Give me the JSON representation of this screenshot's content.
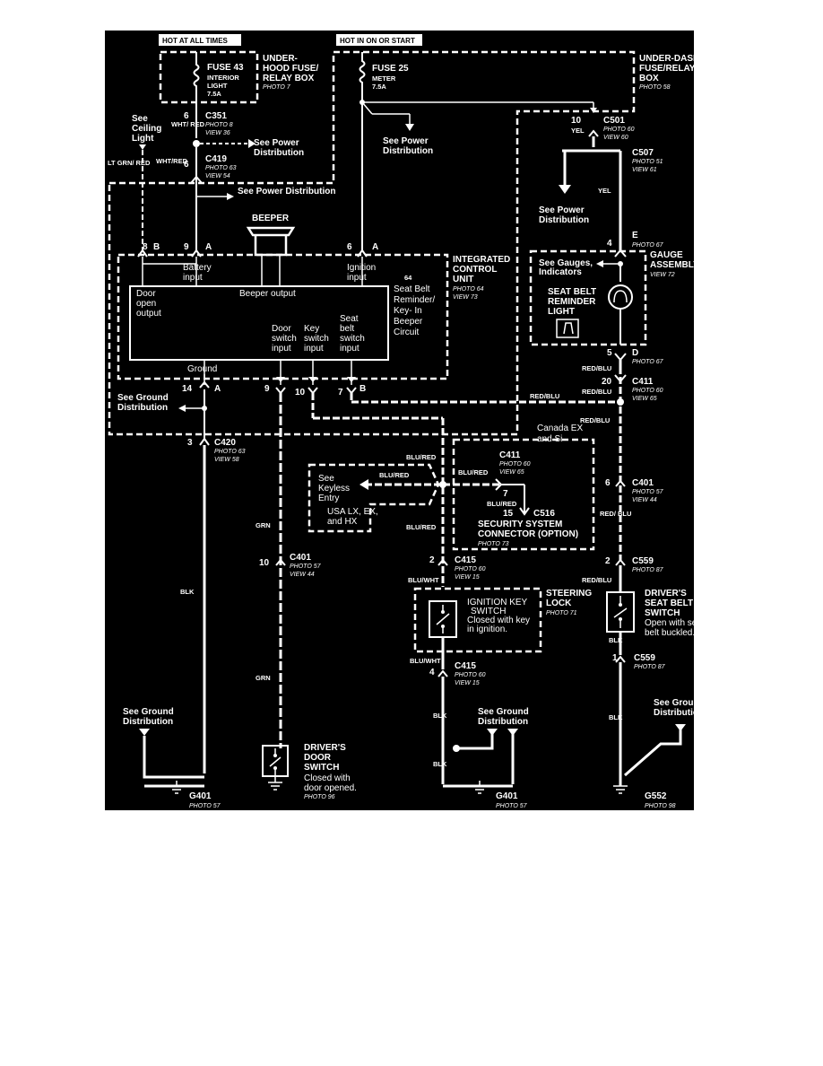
{
  "headers": {
    "hot_always": "HOT AT ALL TIMES",
    "hot_on_start": "HOT IN ON OR START"
  },
  "underhood_box": {
    "title": [
      "UNDER-",
      "HOOD FUSE/",
      "RELAY BOX"
    ],
    "photo": "PHOTO 7",
    "fuse": "FUSE 43",
    "fuse_desc": [
      "INTERIOR",
      "LIGHT",
      "7.5A"
    ]
  },
  "underdash_box": {
    "title": [
      "UNDER-DASH",
      "FUSE/RELAY",
      "BOX"
    ],
    "photo": "PHOTO 58",
    "fuse": "FUSE 25",
    "fuse_desc": [
      "METER",
      "7.5A"
    ]
  },
  "connectors": {
    "c351": {
      "name": "C351",
      "pin": "6",
      "photo": "PHOTO 8",
      "view": "VIEW 36"
    },
    "c419": {
      "name": "C419",
      "pin": "6",
      "photo": "PHOTO 63",
      "view": "VIEW 54"
    },
    "c501": {
      "name": "C501",
      "pin": "10",
      "photo": "PHOTO 60",
      "view": "VIEW 60"
    },
    "c507": {
      "name": "C507",
      "photo": "PHOTO 51",
      "view": "VIEW 61"
    },
    "c411a": {
      "name": "C411",
      "pin": "20",
      "photo": "PHOTO 60",
      "view": "VIEW 65"
    },
    "c411b": {
      "name": "C411",
      "pin": "7",
      "photo": "PHOTO 60",
      "view": "VIEW 65"
    },
    "c420": {
      "name": "C420",
      "pin": "3",
      "photo": "PHOTO 63",
      "view": "VIEW 58"
    },
    "c401a": {
      "name": "C401",
      "pin": "6",
      "photo": "PHOTO 57",
      "view": "VIEW 44"
    },
    "c401b": {
      "name": "C401",
      "pin": "10",
      "photo": "PHOTO 57",
      "view": "VIEW 44"
    },
    "c415a": {
      "name": "C415",
      "pin": "2",
      "photo": "PHOTO 60",
      "view": "VIEW 15"
    },
    "c415b": {
      "name": "C415",
      "pin": "4",
      "photo": "PHOTO 60",
      "view": "VIEW 15"
    },
    "c516": {
      "name": "C516",
      "pin": "15"
    },
    "c559a": {
      "name": "C559",
      "pin": "2",
      "photo": "PHOTO 87"
    },
    "c559b": {
      "name": "C559",
      "pin": "1",
      "photo": "PHOTO 87"
    }
  },
  "wire_colors": {
    "wht_red": "WHT/ RED",
    "wht_red2": "WHT/RED",
    "ltgrn_red": "LT GRN/ RED",
    "yel": "YEL",
    "red_blu": "RED/BLU",
    "red_blu_v": "RED/ BLU",
    "blu_red": "BLU/RED",
    "blu_wht": "BLU/WHT",
    "grn": "GRN",
    "blk": "BLK"
  },
  "refs": {
    "see_ceiling_light": [
      "See",
      "Ceiling",
      "Light"
    ],
    "see_power_dist": [
      "See Power",
      "Distribution"
    ],
    "see_power_dist_inline": "See Power Distribution",
    "see_ground_dist": [
      "See Ground",
      "Distribution"
    ],
    "see_gauges": [
      "See Gauges,",
      "Indicators"
    ],
    "see_keyless": [
      "See",
      "Keyless",
      "Entry"
    ],
    "usa_models": [
      "USA LX, EX,",
      "and HX"
    ],
    "canada_models": [
      "Canada EX",
      "and Si"
    ]
  },
  "icu": {
    "title": [
      "INTEGRATED",
      "CONTROL",
      "UNIT"
    ],
    "photo": "PHOTO 64",
    "view": "VIEW 73",
    "pin64": "64",
    "circuit": [
      "Seat Belt",
      "Reminder/",
      "Key- In",
      "Beeper",
      "Circuit"
    ],
    "battery_input": [
      "Battery",
      "input"
    ],
    "ignition_input": [
      "Ignition",
      "input"
    ],
    "beeper_output": "Beeper output",
    "door_open_output": [
      "Door",
      "open",
      "output"
    ],
    "door_switch_input": [
      "Door",
      "switch",
      "input"
    ],
    "key_switch_input": [
      "Key",
      "switch",
      "input"
    ],
    "seat_belt_switch_input": [
      "Seat",
      "belt",
      "switch",
      "input"
    ],
    "ground": "Ground",
    "pins": {
      "p8": "8",
      "pB1": "B",
      "p9": "9",
      "pA1": "A",
      "p6": "6",
      "pA2": "A",
      "p14": "14",
      "pA3": "A",
      "p9b": "9",
      "p10": "10",
      "p7": "7",
      "pB2": "B"
    }
  },
  "beeper": "BEEPER",
  "gauge": {
    "title": [
      "GAUGE",
      "ASSEMBLY"
    ],
    "view": "VIEW 72",
    "pin_e": "4",
    "letter_e": "E",
    "photo_e": "PHOTO 67",
    "pin_d": "5",
    "letter_d": "D",
    "photo_d": "PHOTO 67",
    "light": [
      "SEAT BELT",
      "REMINDER",
      "LIGHT"
    ]
  },
  "security": {
    "title": [
      "SECURITY SYSTEM",
      "CONNECTOR (OPTION)"
    ],
    "photo": "PHOTO 73"
  },
  "steering_lock": {
    "title": [
      "STEERING",
      "LOCK"
    ],
    "photo": "PHOTO 71",
    "switch": [
      "IGNITION KEY",
      "SWITCH",
      "Closed with key",
      "in ignition."
    ]
  },
  "seat_belt_switch": {
    "title": [
      "DRIVER'S",
      "SEAT BELT",
      "SWITCH"
    ],
    "desc": [
      "Open with seat",
      "belt buckled."
    ]
  },
  "door_switch": {
    "title": [
      "DRIVER'S",
      "DOOR",
      "SWITCH"
    ],
    "desc": [
      "Closed with",
      "door opened."
    ],
    "photo": "PHOTO 96"
  },
  "grounds": {
    "g401a": {
      "name": "G401",
      "photo": "PHOTO 57"
    },
    "g401b": {
      "name": "G401",
      "photo": "PHOTO 57"
    },
    "g552": {
      "name": "G552",
      "photo": "PHOTO 98"
    }
  }
}
